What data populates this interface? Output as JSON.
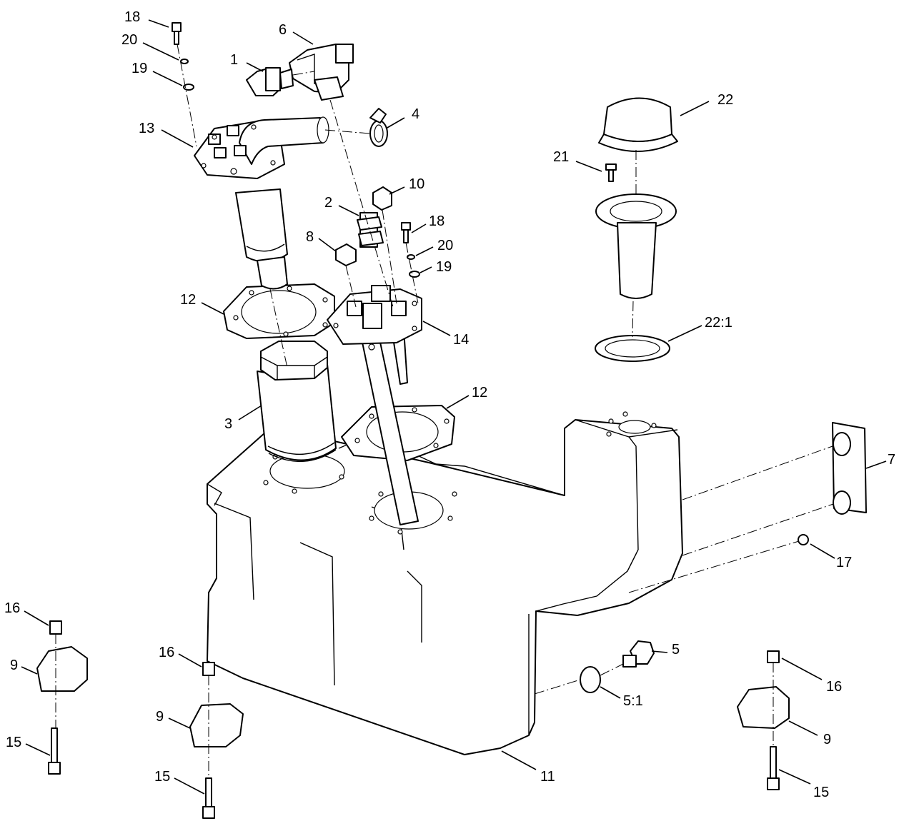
{
  "diagram": {
    "callouts": [
      {
        "id": "c1",
        "text": "1"
      },
      {
        "id": "c6",
        "text": "6"
      },
      {
        "id": "c18a",
        "text": "18"
      },
      {
        "id": "c20a",
        "text": "20"
      },
      {
        "id": "c19a",
        "text": "19"
      },
      {
        "id": "c13",
        "text": "13"
      },
      {
        "id": "c4",
        "text": "4"
      },
      {
        "id": "c22",
        "text": "22"
      },
      {
        "id": "c21",
        "text": "21"
      },
      {
        "id": "c10",
        "text": "10"
      },
      {
        "id": "c2",
        "text": "2"
      },
      {
        "id": "c18b",
        "text": "18"
      },
      {
        "id": "c8",
        "text": "8"
      },
      {
        "id": "c20b",
        "text": "20"
      },
      {
        "id": "c19b",
        "text": "19"
      },
      {
        "id": "c12a",
        "text": "12"
      },
      {
        "id": "c14",
        "text": "14"
      },
      {
        "id": "c221",
        "text": "22:1"
      },
      {
        "id": "c12b",
        "text": "12"
      },
      {
        "id": "c3",
        "text": "3"
      },
      {
        "id": "c7",
        "text": "7"
      },
      {
        "id": "c17",
        "text": "17"
      },
      {
        "id": "c16a",
        "text": "16"
      },
      {
        "id": "c9a",
        "text": "9"
      },
      {
        "id": "c15a",
        "text": "15"
      },
      {
        "id": "c16b",
        "text": "16"
      },
      {
        "id": "c9b",
        "text": "9"
      },
      {
        "id": "c15b",
        "text": "15"
      },
      {
        "id": "c5",
        "text": "5"
      },
      {
        "id": "c51",
        "text": "5:1"
      },
      {
        "id": "c11",
        "text": "11"
      },
      {
        "id": "c16c",
        "text": "16"
      },
      {
        "id": "c9c",
        "text": "9"
      },
      {
        "id": "c15c",
        "text": "15"
      }
    ]
  }
}
